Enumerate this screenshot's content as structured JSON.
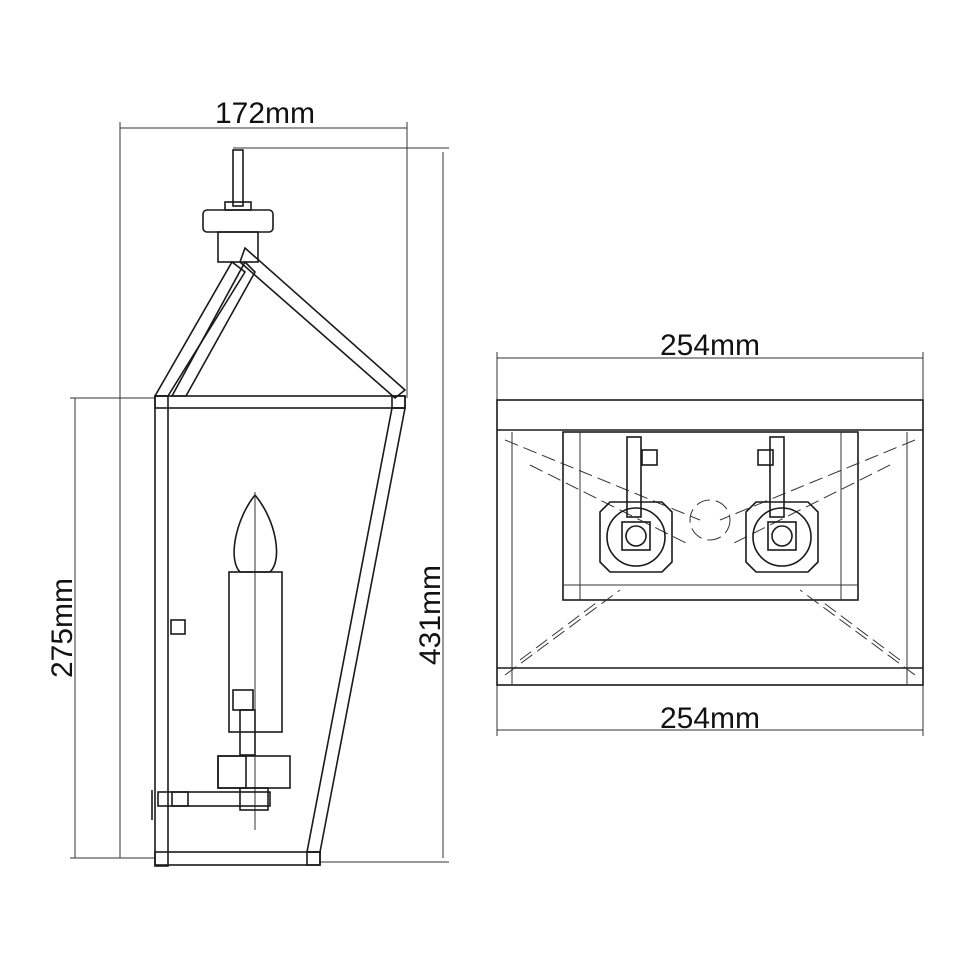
{
  "side_view": {
    "width_label": "172mm",
    "height_label": "431mm",
    "backplate_height_label": "275mm"
  },
  "top_view": {
    "top_width_label": "254mm",
    "bottom_width_label": "254mm"
  },
  "colors": {
    "line": "#1a1a1a",
    "background": "#ffffff"
  }
}
